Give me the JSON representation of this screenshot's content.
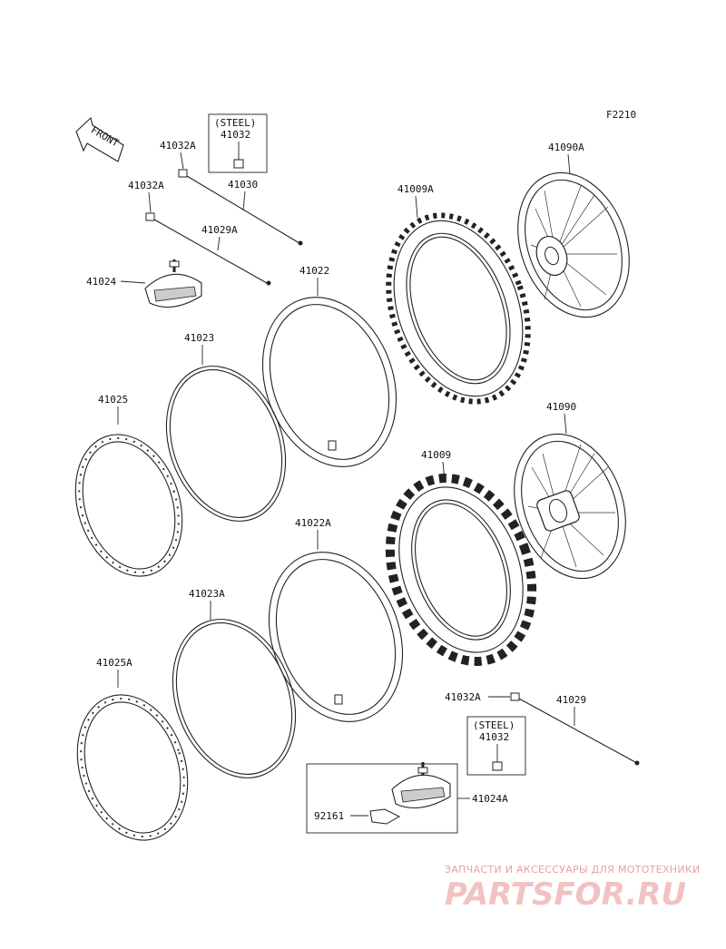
{
  "figure_code": "F2210",
  "front_label": "FRONT",
  "steel_note": "(STEEL)",
  "parts": {
    "p41032A_a": "41032A",
    "p41032_top": "41032",
    "p41030": "41030",
    "p41032A_b": "41032A",
    "p41029A": "41029A",
    "p41024": "41024",
    "p41022": "41022",
    "p41023": "41023",
    "p41025": "41025",
    "p41009A": "41009A",
    "p41090A": "41090A",
    "p41090": "41090",
    "p41009": "41009",
    "p41022A": "41022A",
    "p41023A": "41023A",
    "p41025A": "41025A",
    "p41032A_c": "41032A",
    "p41029": "41029",
    "p41032_bottom": "41032",
    "p41024A": "41024A",
    "p92161": "92161"
  },
  "watermark": {
    "line1": "ЗАПЧАСТИ И АКСЕССУАРЫ ДЛЯ МОТОТЕХНИКИ",
    "line2": "PARTSFOR.RU"
  }
}
